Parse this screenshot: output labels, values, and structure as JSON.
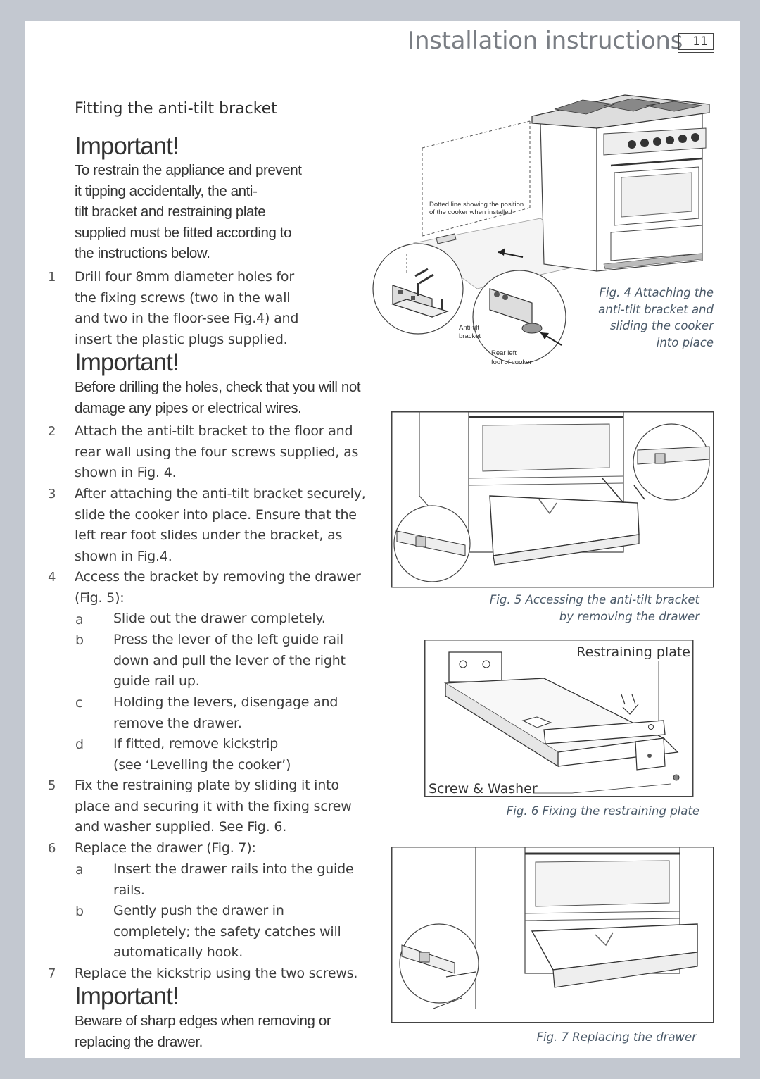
{
  "header": {
    "title": "Installation instructions",
    "page_number": "11"
  },
  "section_title": "Fitting the anti-tilt bracket",
  "important_label": "Important!",
  "warnings": {
    "first": [
      "To restrain the appliance and prevent",
      "it tipping accidentally, the anti-",
      "tilt bracket and restraining plate",
      "supplied must be fitted according to",
      "the instructions below."
    ],
    "second": [
      "Before drilling the holes, check that you will not",
      "damage any pipes or electrical wires."
    ],
    "third": [
      "Beware of sharp edges when removing or",
      "replacing the drawer."
    ]
  },
  "steps": {
    "s1": {
      "num": "1",
      "lines": [
        "Drill four 8mm diameter holes for",
        "the fixing screws (two in the wall",
        "and two in the floor-see Fig.4) and",
        "insert the plastic plugs supplied."
      ]
    },
    "s2": {
      "num": "2",
      "lines": [
        "Attach the anti-tilt bracket to the floor and",
        "rear wall using the four screws supplied, as",
        "shown in Fig. 4."
      ]
    },
    "s3": {
      "num": "3",
      "lines": [
        "After attaching the anti-tilt bracket securely,",
        "slide the cooker into place. Ensure that the",
        "left rear foot slides under the bracket, as",
        "shown in Fig.4."
      ]
    },
    "s4": {
      "num": "4",
      "lines": [
        "Access the bracket by removing the drawer",
        "(Fig. 5):"
      ]
    },
    "s4a": {
      "letter": "a",
      "lines": [
        "Slide out the drawer completely."
      ]
    },
    "s4b": {
      "letter": "b",
      "lines": [
        "Press the lever of the left guide rail",
        "down and pull the lever of the right",
        "guide rail up."
      ]
    },
    "s4c": {
      "letter": "c",
      "lines": [
        "Holding the levers, disengage and",
        "remove the drawer."
      ]
    },
    "s4d": {
      "letter": "d",
      "lines": [
        "If fitted, remove kickstrip",
        "(see ‘Levelling the cooker’)"
      ]
    },
    "s5": {
      "num": "5",
      "lines": [
        "Fix the restraining plate by sliding it into",
        "place and securing it with the fixing screw",
        "and washer supplied. See Fig. 6."
      ]
    },
    "s6": {
      "num": "6",
      "lines": [
        "Replace the drawer (Fig. 7):"
      ]
    },
    "s6a": {
      "letter": "a",
      "lines": [
        "Insert the drawer rails into the guide",
        "rails."
      ]
    },
    "s6b": {
      "letter": "b",
      "lines": [
        "Gently push the drawer in",
        "completely; the safety catches will",
        "automatically hook."
      ]
    },
    "s7": {
      "num": "7",
      "lines": [
        "Replace the kickstrip using the two screws."
      ]
    }
  },
  "figures": {
    "fig4": {
      "caption": [
        "Fig. 4 Attaching the",
        "anti-tilt bracket and",
        "sliding the cooker",
        "into place"
      ],
      "note": [
        "Dotted line showing the position",
        "of the cooker when installed"
      ],
      "label_bracket": [
        "Anti-tilt",
        "bracket"
      ],
      "label_foot": [
        "Rear left",
        "foot of cooker"
      ]
    },
    "fig5": {
      "caption": [
        "Fig. 5 Accessing the anti-tilt bracket",
        "by removing the drawer"
      ]
    },
    "fig6": {
      "caption": "Fig. 6 Fixing the restraining plate",
      "label_plate": "Restraining plate",
      "label_screw": "Screw & Washer"
    },
    "fig7": {
      "caption": "Fig. 7 Replacing the drawer"
    }
  }
}
